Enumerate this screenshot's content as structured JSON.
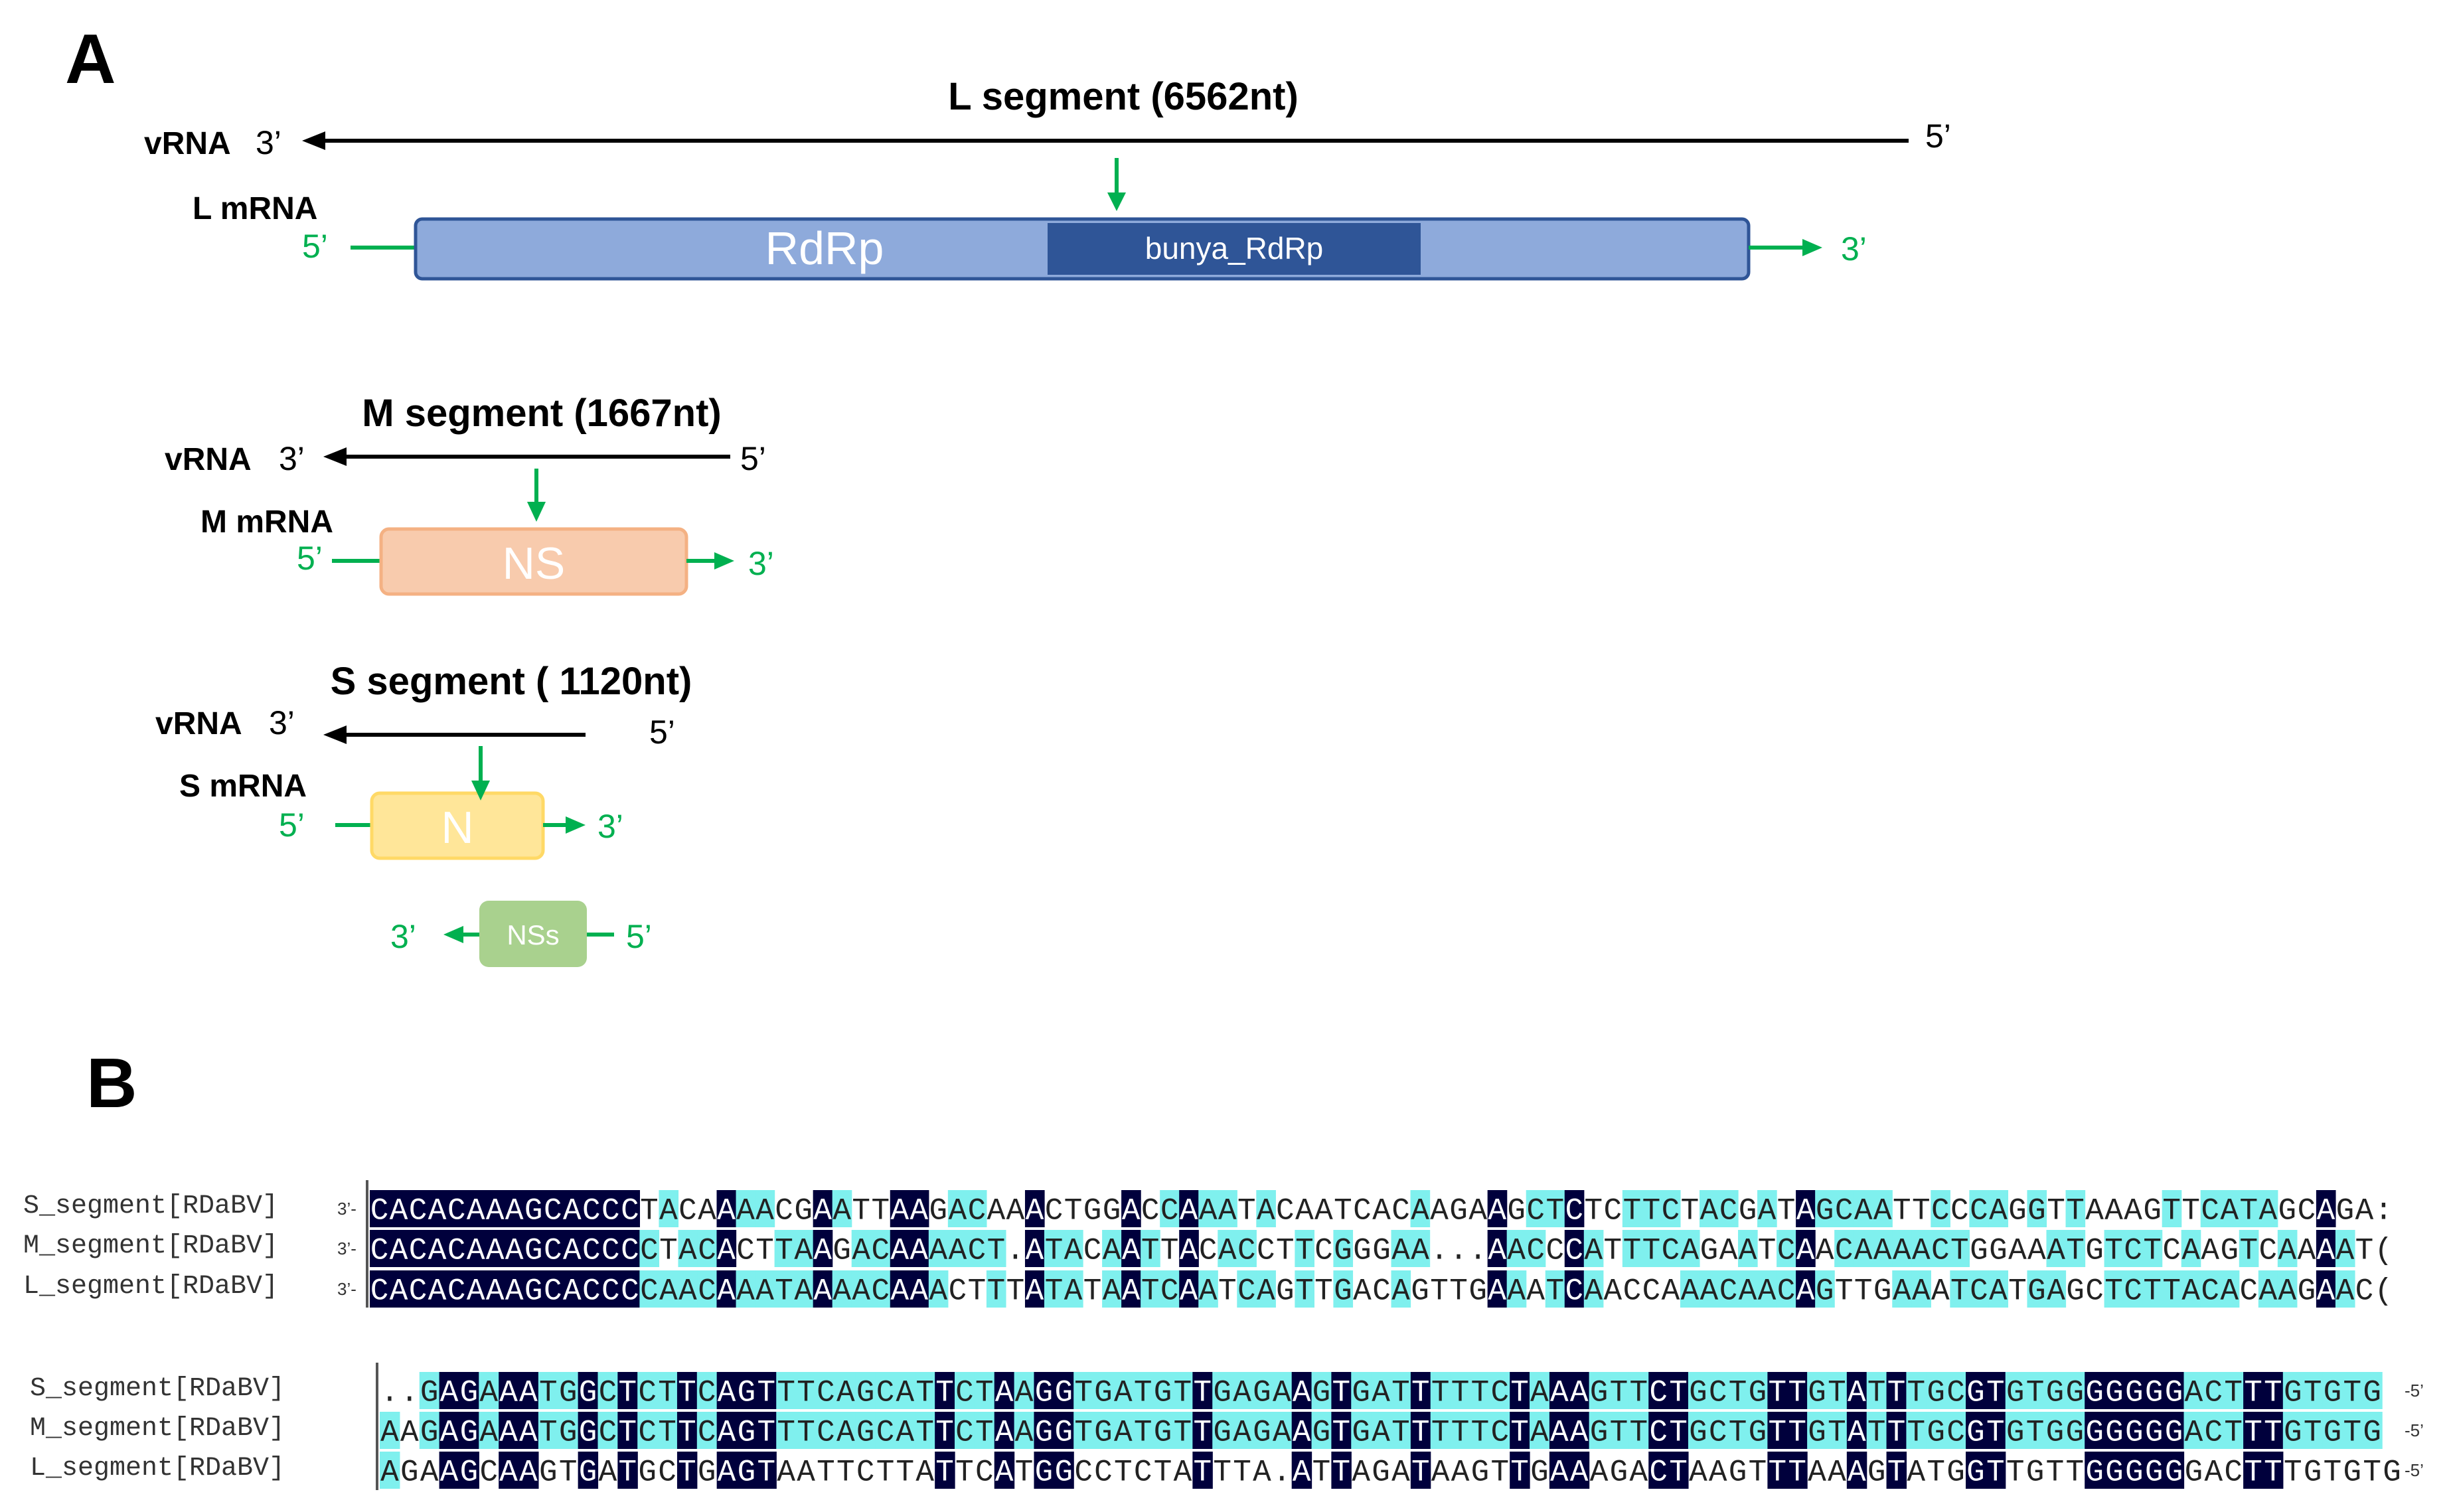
{
  "panel_a": {
    "label": "A",
    "l_segment": {
      "title": "L segment (6562nt)",
      "vrna_label": "vRNA",
      "vrna_3": "3’",
      "vrna_5": "5’",
      "mrna_label": "L mRNA",
      "mrna_5": "5’",
      "mrna_3": "3’",
      "box_label": "RdRp",
      "domain_label": "bunya_RdRp"
    },
    "m_segment": {
      "title": "M segment (1667nt)",
      "vrna_label": "vRNA",
      "vrna_3": "3’",
      "vrna_5": "5’",
      "mrna_label": "M mRNA",
      "mrna_5": "5’",
      "mrna_3": "3’",
      "box_label": "NS"
    },
    "s_segment": {
      "title": "S segment ( 1120nt)",
      "vrna_label": "vRNA",
      "vrna_3": "3’",
      "vrna_5": "5’",
      "mrna_label": "S mRNA",
      "mrna_5": "5’",
      "mrna_3": "3’",
      "box_label": "N",
      "ns_label": "NSs",
      "ns_3": "3’",
      "ns_5": "5’"
    },
    "colors": {
      "rdrp_fill": "#8eaadb",
      "rdrp_border": "#2f5597",
      "domain_fill": "#2f5597",
      "ns_fill": "#f8cbad",
      "ns_border": "#f4b183",
      "n_fill": "#ffe699",
      "n_border": "#ffd966",
      "nss_fill": "#a9d18e",
      "green": "#00b050"
    }
  },
  "panel_b": {
    "label": "B",
    "start_marker": "3’-",
    "end_marker": "-5’",
    "colors": {
      "full": "#00003c",
      "partial": "#7ff0ee"
    },
    "block1": {
      "rows": [
        {
          "name": "S_segment[RDaBV]",
          "seq": "CACACAAAGCACCCTACAAAACGAATTAAGACAAACTGGACCAAATACAATCACAAGAAGCTCTCTTCTACGATAGCAATTCCCAGGTTAAAGTTCATAGCAGA:"
        },
        {
          "name": "M_segment[RDaBV]",
          "seq": "CACACAAAGCACCCCTACACTTAAGACAAAACT.ATACAATTACACCTTCGGGAA...AACCCATTTCAGAATCAACAAAACTGGAAATGTCTCAAGTCAAAAT("
        },
        {
          "name": "L_segment[RDaBV]",
          "seq": "CACACAAAGCACCCCAACAAATAAAACAAACTTTATATAATCAATCAGTTGACAGTTGAAATCAACCAAACAACAGTTGAAATCATGAGCTCTTACACAAGAAC("
        }
      ]
    },
    "block2": {
      "rows": [
        {
          "name": "S_segment[RDaBV]",
          "seq": "..GAGAAATGGCTCTTCAGTTTCAGCATTCTAAGGTGATGTTGAGAAGTGATTTTTCTAAAGTTCTGCTGTTGTATTTGCGTGTGGGGGGGACTTTGTGTG"
        },
        {
          "name": "M_segment[RDaBV]",
          "seq": "AAGAGAAATGGCTCTTCAGTTTCAGCATTCTAAGGTGATGTTGAGAAGTGATTTTTCTAAAGTTCTGCTGTTGTATTTGCGTGTGGGGGGGACTTTGTGTG"
        },
        {
          "name": "L_segment[RDaBV]",
          "seq": "AGAAGCAAGTGATGCTGAGTAATTCTTATTCATGGCCTCTATTTA.ATTAGATAAGTTGAAAGACTAAGTTTAAAGTATGGTTGTTGGGGGGACTTTGTGTG"
        }
      ]
    }
  }
}
